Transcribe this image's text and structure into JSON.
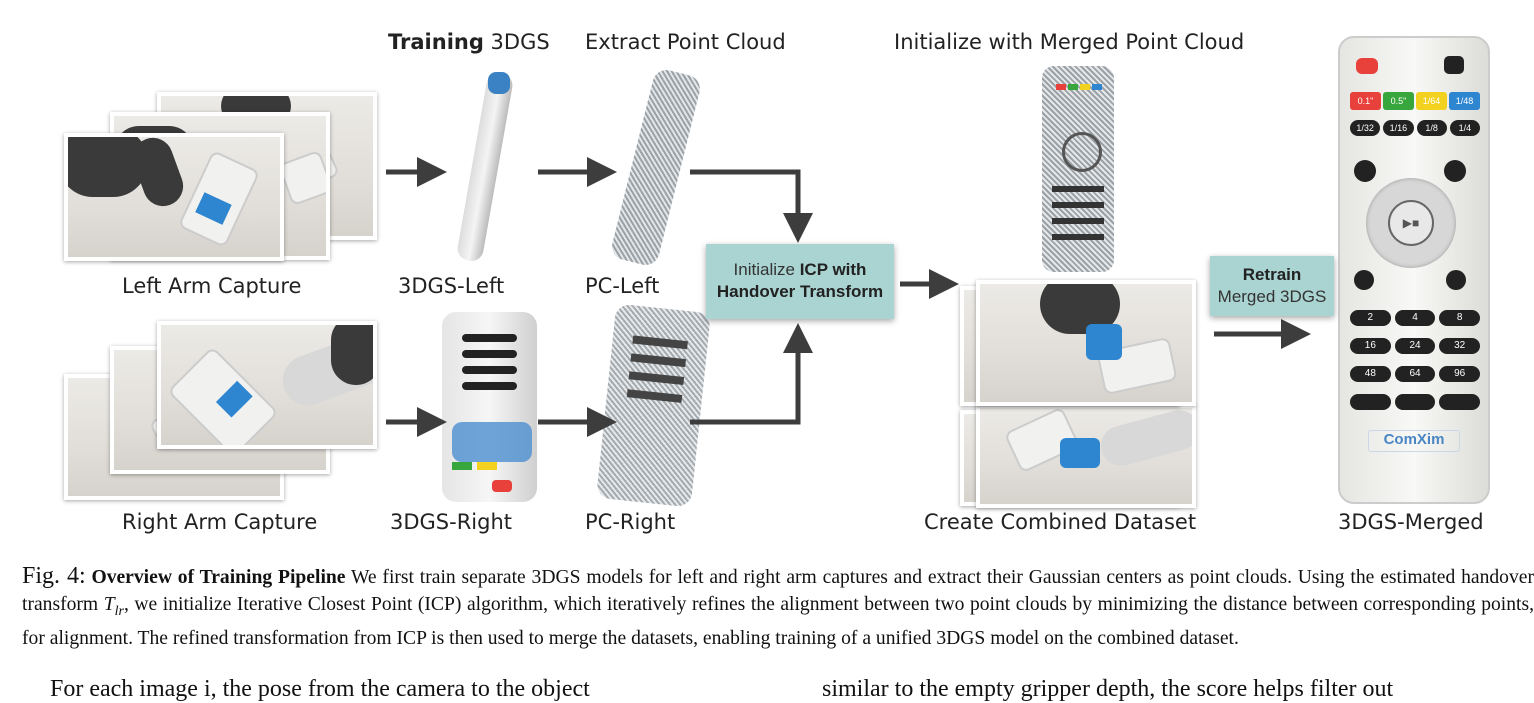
{
  "figure": {
    "labels": {
      "training_bold": "Training",
      "training_rest": " 3DGS",
      "extract": "Extract Point Cloud",
      "initialize_merged": "Initialize with Merged Point Cloud",
      "left_arm": "Left Arm Capture",
      "right_arm": "Right Arm Capture",
      "gs_left": "3DGS-Left",
      "gs_right": "3DGS-Right",
      "pc_left": "PC-Left",
      "pc_right": "PC-Right",
      "combined": "Create Combined Dataset",
      "merged": "3DGS-Merged"
    },
    "icp_box": {
      "line1_light": "Initialize ",
      "line1_bold": "ICP with",
      "line2_bold": "Handover Transform"
    },
    "retrain_box": {
      "line1": "Retrain",
      "line2": "Merged 3DGS"
    },
    "remote": {
      "row1": [
        "0.1\"",
        "0.5\"",
        "1/64",
        "1/48"
      ],
      "row2": [
        "1/32",
        "1/16",
        "1/8",
        "1/4"
      ],
      "nums1": [
        "2",
        "4",
        "8"
      ],
      "nums2": [
        "16",
        "24",
        "32"
      ],
      "nums3": [
        "48",
        "64",
        "96"
      ],
      "brand": "ComXim"
    },
    "colors": {
      "box_teal": "#aad4d2",
      "arrow": "#3d3d3d",
      "remote_red": "#e8403a",
      "remote_green": "#37a63c",
      "remote_yellow": "#f2d11f",
      "remote_blue": "#2f86d0"
    }
  },
  "caption": {
    "fig_label": "Fig. 4:",
    "title": "Overview of Training Pipeline",
    "text_1": " We first train separate 3DGS models for left and right arm captures and extract their Gaussian centers as point clouds. Using the estimated handover transform ",
    "math": "T",
    "math_sub": "lr",
    "text_2": ", we initialize Iterative Closest Point (ICP) algorithm, which iteratively refines the alignment between two point clouds by minimizing the distance between corresponding points, for alignment. The refined transformation from ICP is then used to merge the datasets, enabling training of a unified 3DGS model on the combined dataset."
  },
  "body_text": {
    "left_col": "For each image i, the pose from the camera to the object",
    "right_col": "similar to the empty gripper depth, the score helps filter out"
  }
}
